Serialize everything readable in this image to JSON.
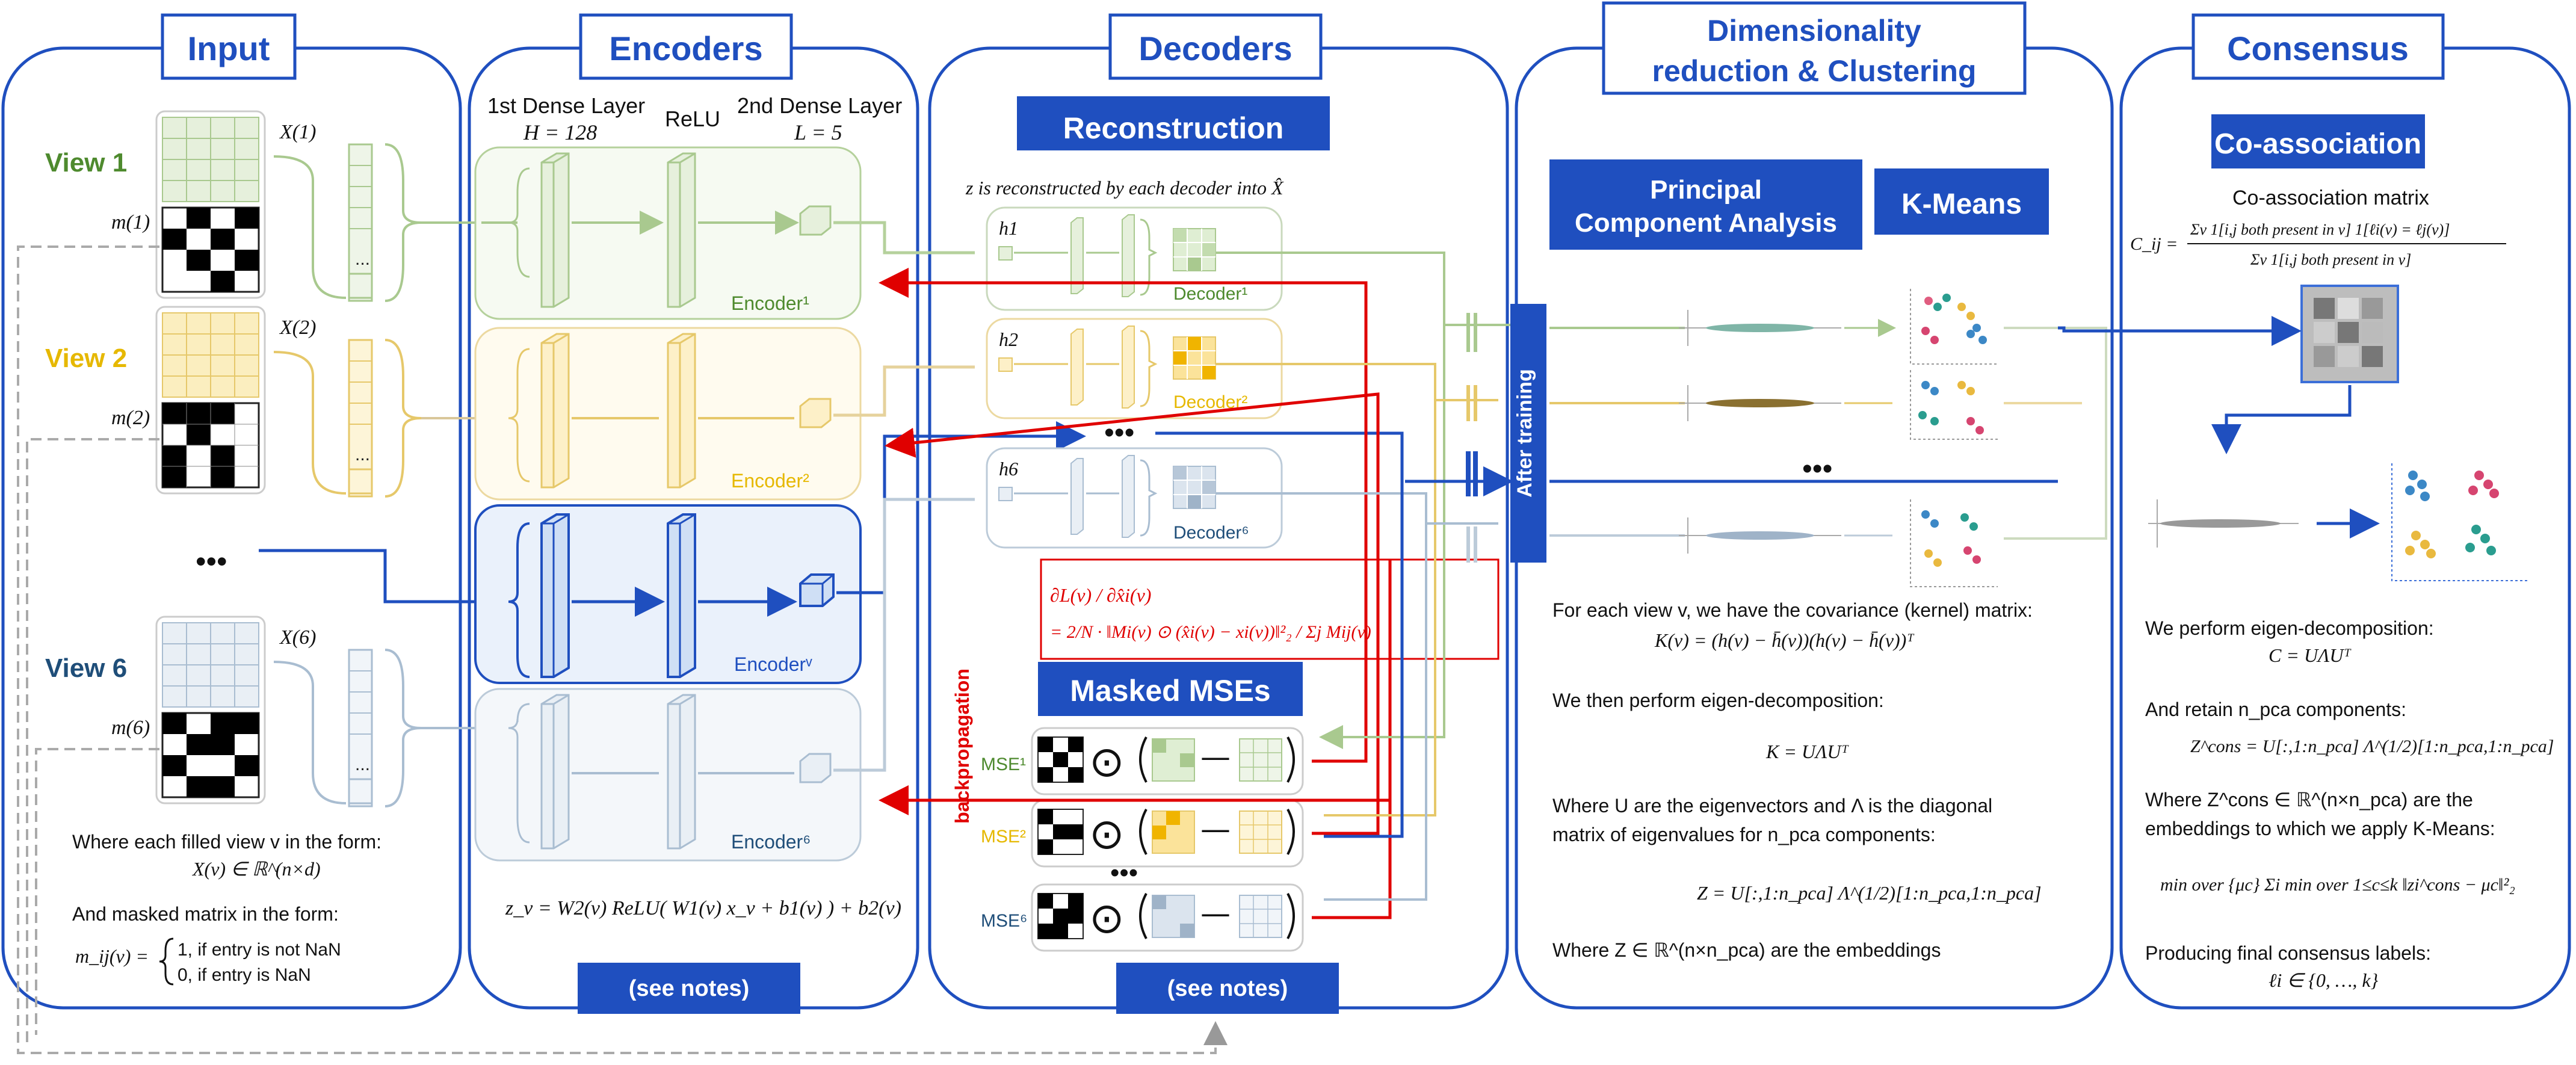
{
  "sections": {
    "input": "Input",
    "encoders": "Encoders",
    "decoders": "Decoders",
    "dim_red_line1": "Dimensionality",
    "dim_red_line2": "reduction & Clustering",
    "consensus": "Consensus"
  },
  "input": {
    "view1": "View 1",
    "view2": "View 2",
    "view6": "View 6",
    "x1": "X(1)",
    "x2": "X(2)",
    "x6": "X(6)",
    "m1": "m(1)",
    "m2": "m(2)",
    "m6": "m(6)",
    "dots": "...",
    "ellipsis_mid": "•••",
    "note1": "Where each filled view v in the form:",
    "note1_eq": "X(v) ∈ ℝ^(n×d)",
    "note2": "And masked matrix in the form:",
    "note2_eq_lhs": "m_ij(v) =",
    "note2_case1": "1, if entry is not NaN",
    "note2_case2": "0, if entry is NaN"
  },
  "encoders": {
    "layer1": "1st Dense Layer",
    "layer1_h": "H = 128",
    "relu": "ReLU",
    "layer2": "2nd Dense Layer",
    "layer2_l": "L = 5",
    "enc1": "Encoder¹",
    "enc2": "Encoder²",
    "encv": "Encoderᵛ",
    "enc6": "Encoder⁶",
    "formula": "z_v = W2(v) ReLU( W1(v) x_v + b1(v) ) + b2(v)",
    "notes_button": "(see notes)"
  },
  "decoders": {
    "reconstruction": "Reconstruction",
    "recon_text": "z is reconstructed by each decoder into X̂",
    "h1": "h1",
    "h2": "h2",
    "h6": "h6",
    "dec1": "Decoder¹",
    "dec2": "Decoder²",
    "dec6": "Decoder⁶",
    "dots": "•••",
    "grad_lhs": "∂L(v) / ∂x̂i(v)",
    "grad_rhs": "= 2/N · ‖Mi(v) ⊙ (x̂i(v) − xi(v))‖²₂ / Σj Mij(v)",
    "backprop": "backpropagation",
    "masked_mse": "Masked MSEs",
    "mse1": "MSE¹",
    "mse2": "MSE²",
    "mse6": "MSE⁶",
    "odot": "⊙",
    "minus": "—",
    "notes_button": "(see notes)"
  },
  "dimred": {
    "pca_line1": "Principal",
    "pca_line2": "Component Analysis",
    "kmeans": "K-Means",
    "after_training": "After training",
    "dots": "•••",
    "p1": "For each view v, we have the covariance (kernel) matrix:",
    "p1_eq": "K(v) = (h(v) − h̄(v))(h(v) − h̄(v))ᵀ",
    "p2": "We then perform eigen-decomposition:",
    "p2_eq": "K = UΛUᵀ",
    "p3a": "Where U are the eigenvectors and Λ is the diagonal",
    "p3b": "matrix of eigenvalues for n_pca components:",
    "p3_eq": "Z = U[:,1:n_pca] Λ^(1/2)[1:n_pca,1:n_pca]",
    "p4": "Where Z ∈ ℝ^(n×n_pca) are the embeddings"
  },
  "consensus": {
    "coassoc": "Co-association",
    "coassoc_matrix": "Co-association matrix",
    "cij_num": "Σv 1[i,j both present in v] 1[ℓi(v) = ℓj(v)]",
    "cij_den": "Σv 1[i,j both present in v]",
    "cij_lhs": "C_ij =",
    "p1": "We perform eigen-decomposition:",
    "p1_eq": "C = UΛUᵀ",
    "p2": "And retain n_pca components:",
    "p2_eq": "Z^cons = U[:,1:n_pca] Λ^(1/2)[1:n_pca,1:n_pca]",
    "p3a": "Where   Z^cons ∈ ℝ^(n×n_pca)   are   the",
    "p3b": "embeddings to which we apply K-Means:",
    "p3_eq": "min over {μc} Σi min over 1≤c≤k ‖zi^cons − μc‖²₂",
    "p4": "Producing final consensus labels:",
    "p4_eq": "ℓi ∈ {0, …, k}"
  },
  "colors": {
    "accent_blue": "#1f4fbf",
    "view1_green": "#4e8a2e",
    "view2_yellow": "#e6b800",
    "view6_blue": "#1f4e79",
    "red": "#e00000"
  }
}
